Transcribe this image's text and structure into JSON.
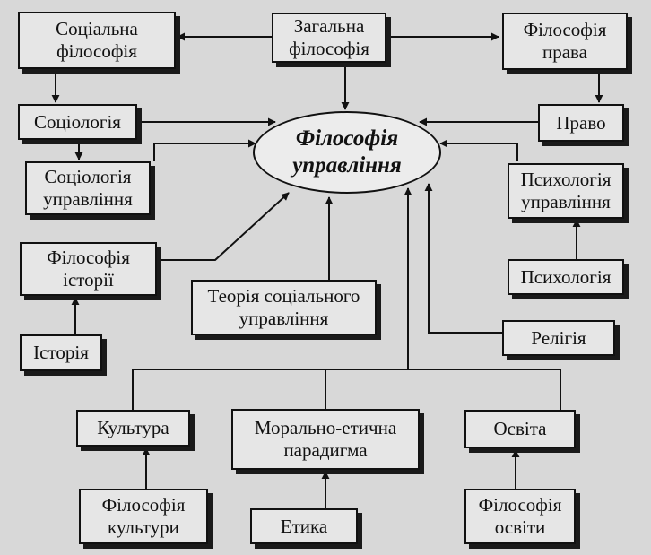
{
  "center": {
    "line1": "Філософія",
    "line2": "управління"
  },
  "nodes": {
    "social_philosophy": {
      "line1": "Соціальна",
      "line2": "філософія"
    },
    "general_philosophy": {
      "line1": "Загальна",
      "line2": "філософія"
    },
    "philosophy_of_law": {
      "line1": "Філософія",
      "line2": "права"
    },
    "sociology": {
      "line1": "Соціологія"
    },
    "law": {
      "line1": "Право"
    },
    "sociology_of_management": {
      "line1": "Соціологія",
      "line2": "управління"
    },
    "psychology_of_management": {
      "line1": "Психологія",
      "line2": "управління"
    },
    "philosophy_of_history": {
      "line1": "Філософія",
      "line2": "історії"
    },
    "psychology": {
      "line1": "Психологія"
    },
    "social_management_theory": {
      "line1": "Теорія соціального",
      "line2": "управління"
    },
    "history": {
      "line1": "Історія"
    },
    "religion": {
      "line1": "Релігія"
    },
    "culture": {
      "line1": "Культура"
    },
    "moral_ethical_paradigm": {
      "line1": "Морально-етична",
      "line2": "парадигма"
    },
    "education": {
      "line1": "Освіта"
    },
    "philosophy_of_culture": {
      "line1": "Філософія",
      "line2": "культури"
    },
    "ethics": {
      "line1": "Етика"
    },
    "philosophy_of_education": {
      "line1": "Філософія",
      "line2": "освіти"
    }
  }
}
